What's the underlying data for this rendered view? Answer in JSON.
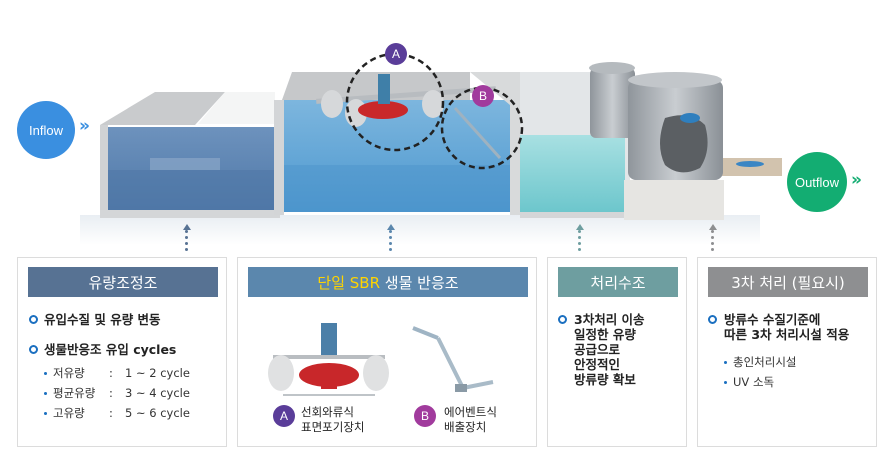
{
  "flow": {
    "inflow_label": "Inflow",
    "outflow_label": "Outflow",
    "chevron": "»",
    "inflow_color": "#3a8fe0",
    "outflow_color": "#13ad72"
  },
  "markers": {
    "a": {
      "letter": "A",
      "color": "#5a3d99"
    },
    "b": {
      "letter": "B",
      "color": "#a13b9d"
    }
  },
  "panels": {
    "equalization": {
      "title": "유량조정조",
      "header_color": "#577293",
      "bullets": [
        {
          "text": "유입수질 및 유량 변동"
        },
        {
          "text": "생물반응조 유입 cycles"
        }
      ],
      "flow_rates": [
        {
          "label": "저유량",
          "sep": ":",
          "value": "1 ~ 2 cycle"
        },
        {
          "label": "평균유량",
          "sep": ":",
          "value": "3 ~ 4 cycle"
        },
        {
          "label": "고유량",
          "sep": ":",
          "value": "5 ~ 6 cycle"
        }
      ]
    },
    "sbr": {
      "title_highlight": "단일 SBR",
      "title_rest": " 생물 반응조",
      "header_color": "#5b87ad",
      "highlight_color": "#ffd400",
      "equipment": [
        {
          "marker": "A",
          "line1": "선회와류식",
          "line2": "표면포기장치"
        },
        {
          "marker": "B",
          "line1": "에어벤트식",
          "line2": "배출장치"
        }
      ]
    },
    "treated": {
      "title": "처리수조",
      "header_color": "#6e9ea0",
      "bullet_lines": [
        "3차처리 이송",
        "일정한 유량",
        "공급으로",
        "안정적인",
        "방류량 확보"
      ]
    },
    "tertiary": {
      "title": "3차 처리 (필요시)",
      "header_color": "#8e8f91",
      "bullet_lines": [
        "방류수 수질기준에",
        "따른 3차 처리시설 적용"
      ],
      "sub_items": [
        "총인처리시설",
        "UV 소독"
      ]
    }
  }
}
